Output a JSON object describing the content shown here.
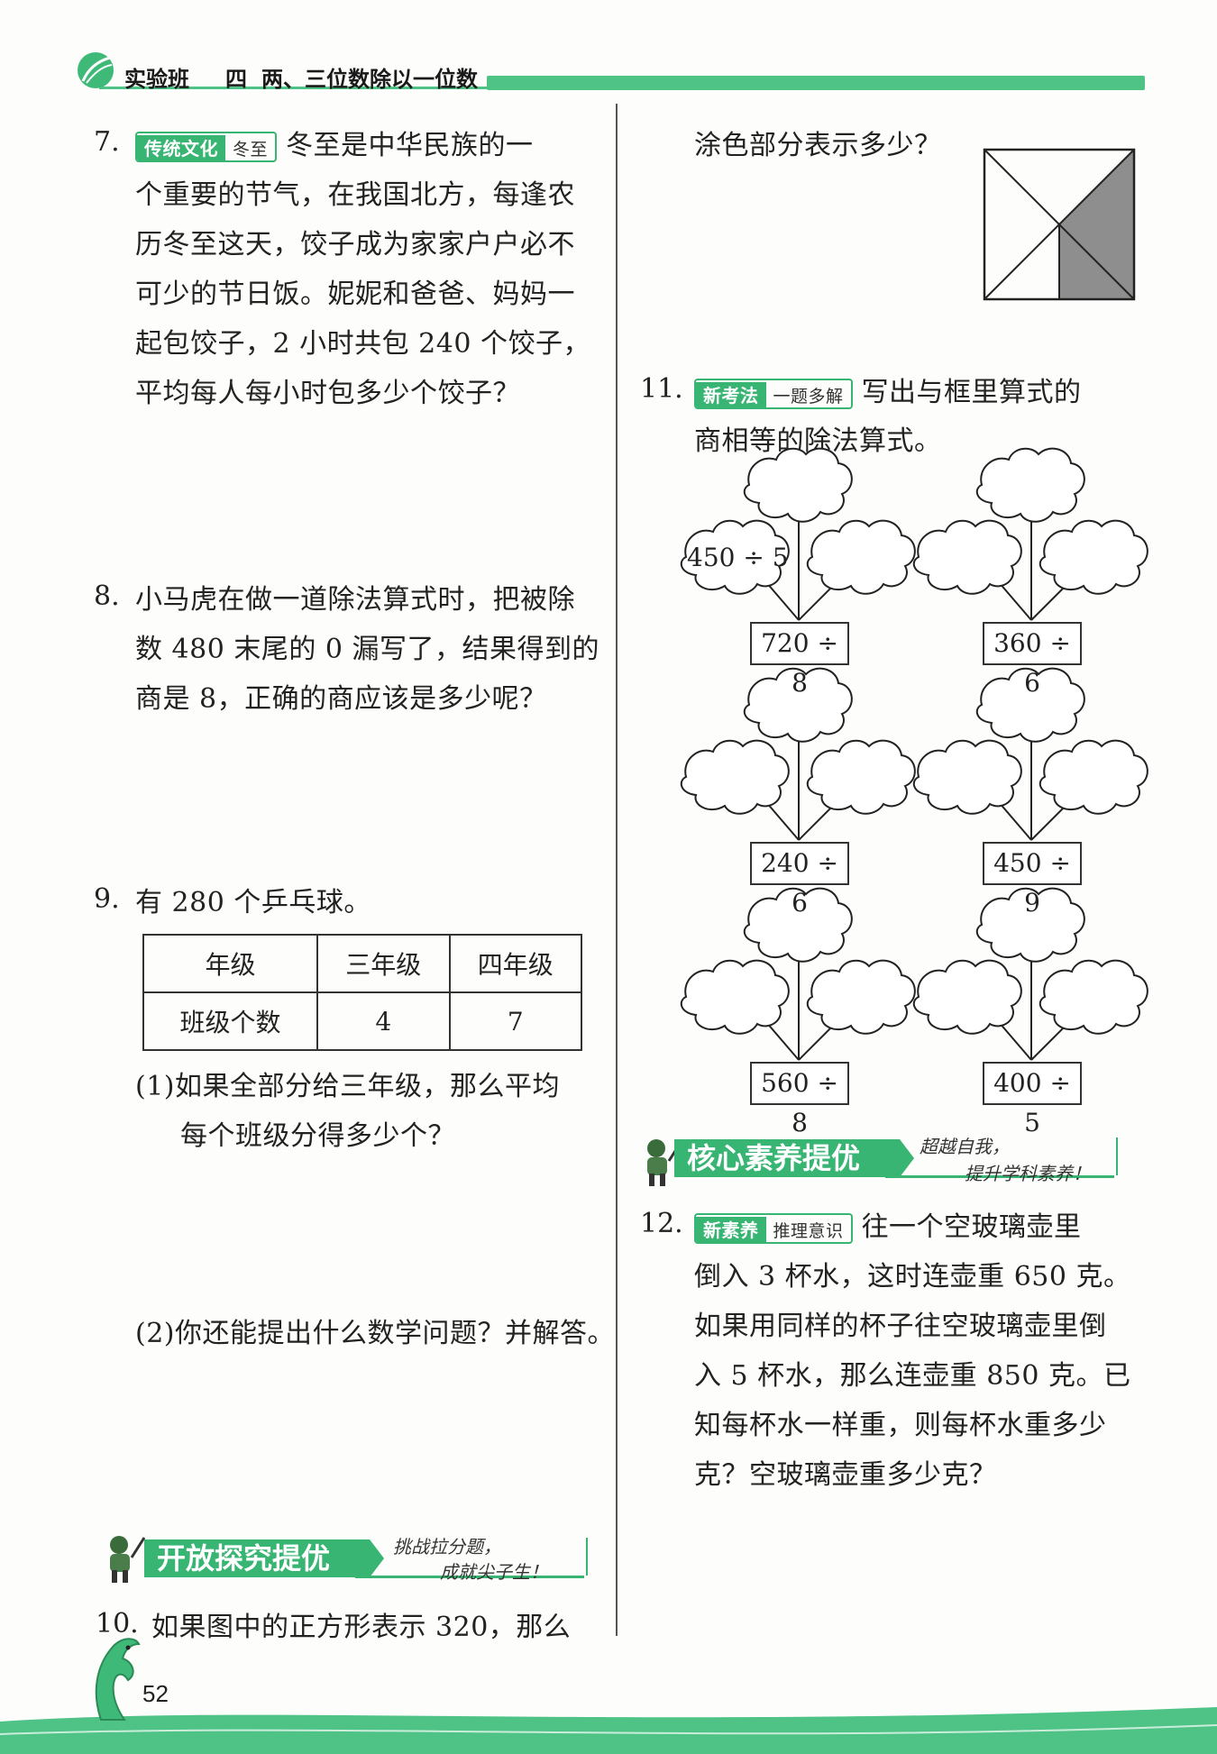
{
  "header": {
    "brand": "实验班",
    "chapter": "四",
    "unit": "两、三位数除以一位数"
  },
  "q7": {
    "num": "7.",
    "tag_main": "传统文化",
    "tag_sub": "冬至",
    "lines": [
      "冬至是中华民族的一",
      "个重要的节气，在我国北方，每逢农",
      "历冬至这天，饺子成为家家户户必不",
      "可少的节日饭。妮妮和爸爸、妈妈一",
      "起包饺子，2 小时共包 240 个饺子，",
      "平均每人每小时包多少个饺子？"
    ]
  },
  "q8": {
    "num": "8.",
    "lines": [
      "小马虎在做一道除法算式时，把被除",
      "数 480 末尾的 0 漏写了，结果得到的",
      "商是 8，正确的商应该是多少呢？"
    ]
  },
  "q9": {
    "num": "9.",
    "stem": "有 280 个乒乓球。",
    "table": {
      "header": [
        "年级",
        "三年级",
        "四年级"
      ],
      "row": [
        "班级个数",
        "4",
        "7"
      ]
    },
    "sub1_lines": [
      "(1)如果全部分给三年级，那么平均",
      "每个班级分得多少个？"
    ],
    "sub2": "(2)你还能提出什么数学问题？并解答。"
  },
  "section_open": {
    "title": "开放探究提优",
    "slogan_1": "挑战拉分题，",
    "slogan_2": "成就尖子生！"
  },
  "q10": {
    "num": "10.",
    "line1": "如果图中的正方形表示 320，那么",
    "line2": "涂色部分表示多少？"
  },
  "q11": {
    "num": "11.",
    "tag_main": "新考法",
    "tag_sub": "一题多解",
    "line1": "写出与框里算式的",
    "line2": "商相等的除法算式。",
    "example": "450 ÷ 5",
    "boxes": [
      "720 ÷ 8",
      "360 ÷ 6",
      "240 ÷ 6",
      "450 ÷ 9",
      "560 ÷ 8",
      "400 ÷ 5"
    ]
  },
  "section_core": {
    "title": "核心素养提优",
    "slogan_1": "超越自我，",
    "slogan_2": "提升学科素养！"
  },
  "q12": {
    "num": "12.",
    "tag_main": "新素养",
    "tag_sub": "推理意识",
    "lines": [
      "往一个空玻璃壶里",
      "倒入 3 杯水，这时连壶重 650 克。",
      "如果用同样的杯子往空玻璃壶里倒",
      "入 5 杯水，那么连壶重 850 克。已",
      "知每杯水一样重，则每杯水重多少",
      "克？空玻璃壶重多少克？"
    ]
  },
  "footer": {
    "page": "52"
  },
  "colors": {
    "green": "#38b572",
    "gray_fill": "#8e8e8e"
  }
}
